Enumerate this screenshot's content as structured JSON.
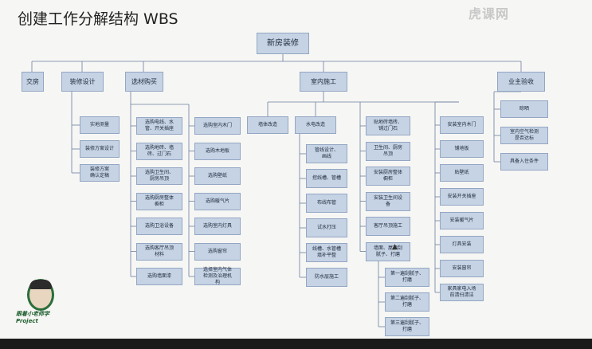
{
  "title": "创建工作分解结构 WBS",
  "logo_text": "虎课网",
  "avatar_caption": "跟着小老师学Project",
  "colors": {
    "node_fill": "#c6d3e4",
    "node_border": "#93a6c4",
    "wire": "#6c7f9e"
  },
  "wbs": {
    "root": "新房装修",
    "l1": [
      "交房",
      "装修设计",
      "选材购买",
      "室内施工",
      "业主验收"
    ],
    "design": [
      "实地测量",
      "装修方案设计",
      "装修方案\n确认定稿"
    ],
    "purchase_col1": [
      "选购电线、水\n管、开关插座",
      "选购地砖、墙\n砖、过门石",
      "选购卫生间、\n厨房吊顶",
      "选购厨房整体\n橱柜",
      "选购卫浴设备",
      "选购客厅吊顶\n材料",
      "选购墙面漆"
    ],
    "purchase_col2": [
      "选购室内木门",
      "选购木地板",
      "选购壁纸",
      "选购暖气片",
      "选购室内灯具",
      "选购窗帘",
      "选择室内气体\n检测及治理机\n构"
    ],
    "construction_l2": [
      "墙体改造",
      "水电改造"
    ],
    "water_elec": [
      "管线设计、\n画线",
      "挖线槽、管槽",
      "布线布管",
      "试水打压",
      "线槽、水管槽\n填补平整",
      "防水层施工"
    ],
    "tiling": [
      "贴地砖墙砖、\n铺过门石",
      "卫生间、厨房\n吊顶",
      "安装厨房整体\n橱柜",
      "安装卫生间设\n备",
      "客厅吊顶施工",
      "墙面、屋顶刮\n腻子、打磨"
    ],
    "putty": [
      "第一遍刮腻子、\n打磨",
      "第二遍刮腻子、\n打磨",
      "第三遍刮腻子、\n打磨"
    ],
    "install": [
      "安装室内木门",
      "铺地板",
      "贴壁纸",
      "安装开关插座",
      "安装暖气片",
      "灯具安装",
      "安装窗帘",
      "家具家电入场\n前清扫清洁"
    ],
    "acceptance": [
      "晾晒",
      "室内空气检测\n是否达标",
      "具备入住条件"
    ]
  }
}
